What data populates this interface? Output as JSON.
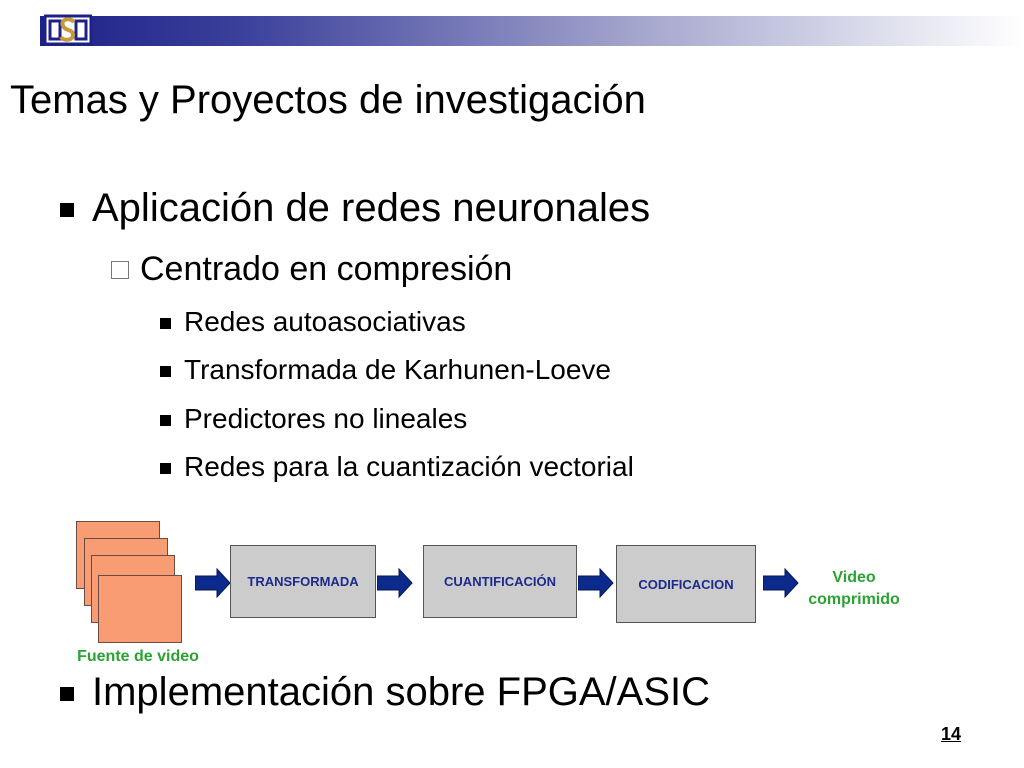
{
  "header": {
    "logo_icon": "university-logo-icon"
  },
  "slide": {
    "title": "Temas y Proyectos de investigación",
    "bullet1": "Aplicación de redes neuronales",
    "sub1": "Centrado en compresión",
    "items": [
      "Redes autoasociativas",
      "Transformada de Karhunen-Loeve",
      "Predictores no lineales",
      "Redes para la cuantización vectorial"
    ],
    "bullet2": "Implementación  sobre FPGA/ASIC",
    "page_number": "14"
  },
  "diagram": {
    "source_label": "Fuente de video",
    "blocks": [
      "TRANSFORMADA",
      "CUANTIFICACIÓN",
      "CODIFICACION"
    ],
    "output_label_line1": "Video",
    "output_label_line2": "comprimido",
    "colors": {
      "frame": "#f89c74",
      "block": "#cccccc",
      "arrow": "#0b2a8c",
      "block_text": "#1c2a8c",
      "label": "#2aa332"
    }
  }
}
